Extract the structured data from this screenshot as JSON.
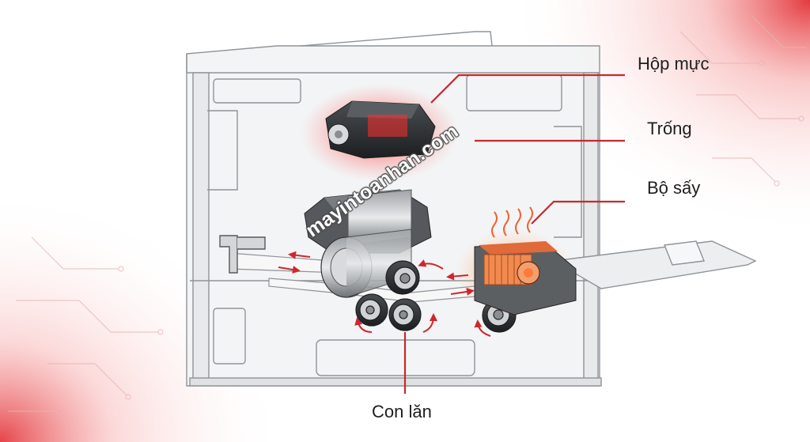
{
  "labels": {
    "cartridge": "Hộp mực",
    "drum": "Trống",
    "fuser": "Bộ sấy",
    "rollers": "Con lăn"
  },
  "watermark": "mayintoanhan.com",
  "colors": {
    "accent_red": "#c8282e",
    "highlight_glow": "#ff2a2a",
    "printer_outline": "#8f9398",
    "printer_fill": "#f1f2f3",
    "label_text": "#1e1e1e"
  }
}
